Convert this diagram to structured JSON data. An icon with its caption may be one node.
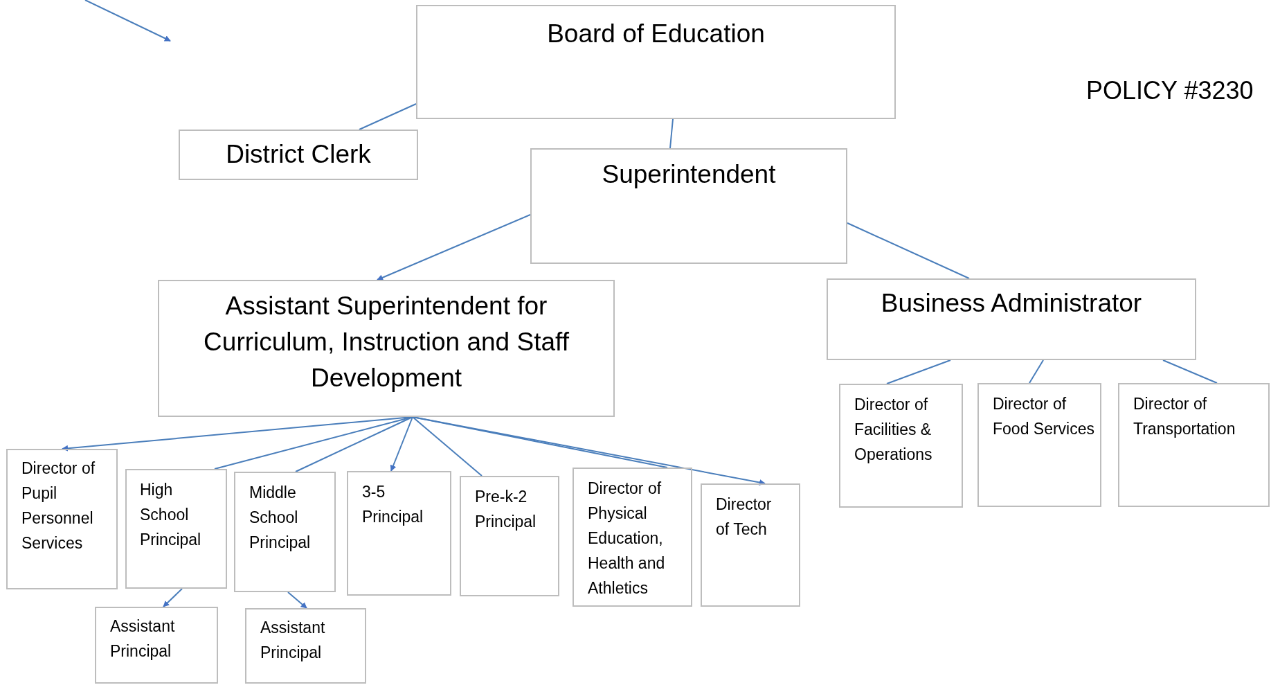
{
  "diagram": {
    "nodes": [
      {
        "text": [
          "Board of Education"
        ]
      },
      {
        "text": [
          "District Clerk"
        ]
      },
      {
        "text": [
          "Superintendent"
        ]
      },
      {
        "text": [
          "Assistant Superintendent for Curriculum, Instruction and Staff Development"
        ]
      },
      {
        "text": [
          "Business Administrator"
        ]
      },
      {
        "text": [
          "Director of Facilities & Operations"
        ]
      },
      {
        "text": [
          "Director of Food Services"
        ]
      },
      {
        "text": [
          "Director of Transportation"
        ]
      },
      {
        "text": [
          "Director of Pupil Personnel Services"
        ]
      },
      {
        "text": [
          "High School Principal"
        ]
      },
      {
        "text": [
          "Middle School Principal"
        ]
      },
      {
        "text": [
          "3-5 Principal"
        ]
      },
      {
        "text": [
          "Pre-k-2 Principal"
        ]
      },
      {
        "text": [
          "Director of Physical Education, Health and Athletics"
        ]
      },
      {
        "text": [
          "Director of Tech"
        ]
      },
      {
        "text": [
          "Assistant Principal"
        ]
      },
      {
        "text": [
          "Assistant Principal"
        ]
      }
    ],
    "edges": [
      {
        "from": 0,
        "to": 1,
        "arrow": "none"
      },
      {
        "from": 0,
        "to": 2,
        "arrow": "none"
      },
      {
        "from": 2,
        "to": 3,
        "arrow": "to"
      },
      {
        "from": 2,
        "to": 4,
        "arrow": "none"
      },
      {
        "from": 4,
        "to": 5,
        "arrow": "none"
      },
      {
        "from": 4,
        "to": 6,
        "arrow": "none"
      },
      {
        "from": 4,
        "to": 7,
        "arrow": "none"
      },
      {
        "from": 3,
        "to": 8,
        "arrow": "to"
      },
      {
        "from": 3,
        "to": 9,
        "arrow": "none"
      },
      {
        "from": 3,
        "to": 10,
        "arrow": "none"
      },
      {
        "from": 3,
        "to": 11,
        "arrow": "to"
      },
      {
        "from": 3,
        "to": 12,
        "arrow": "none"
      },
      {
        "from": 3,
        "to": 13,
        "arrow": "none"
      },
      {
        "from": 3,
        "to": 14,
        "arrow": "to"
      },
      {
        "from": 9,
        "to": 15,
        "arrow": "to"
      },
      {
        "from": 10,
        "to": 16,
        "arrow": "to"
      }
    ],
    "labels": [
      "POLICY #3230"
    ]
  }
}
